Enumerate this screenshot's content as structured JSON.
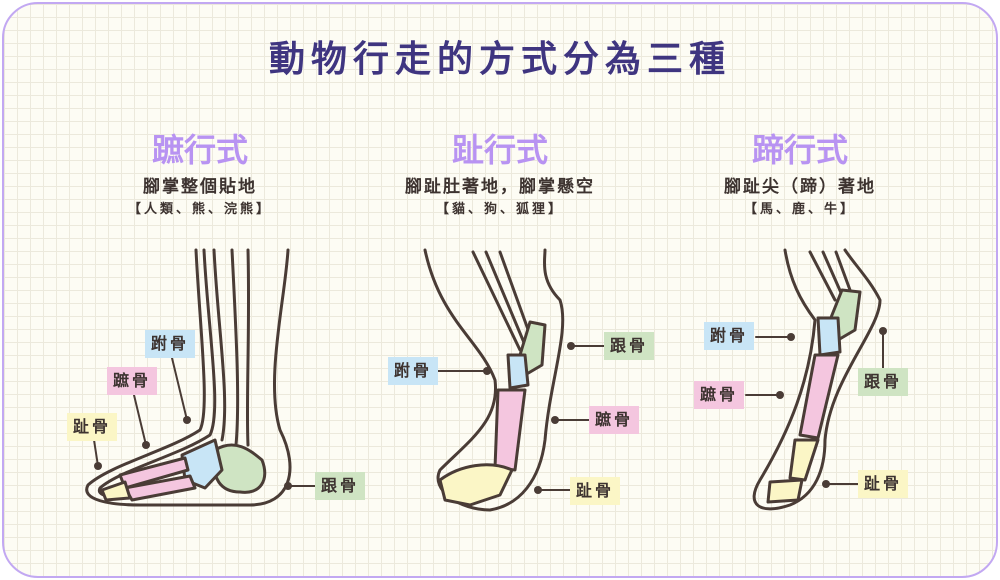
{
  "title": "動物行走的方式分為三種",
  "panels": [
    {
      "name": "蹠行式",
      "desc": "腳掌整個貼地",
      "examples": "【人類、熊、浣熊】",
      "labels": {
        "tarsal": "跗骨",
        "metatarsal": "蹠骨",
        "phalanges": "趾骨",
        "calcaneus": "跟骨"
      }
    },
    {
      "name": "趾行式",
      "desc": "腳趾肚著地，腳掌懸空",
      "examples": "【貓、狗、狐狸】",
      "labels": {
        "tarsal": "跗骨",
        "metatarsal": "蹠骨",
        "phalanges": "趾骨",
        "calcaneus": "跟骨"
      }
    },
    {
      "name": "蹄行式",
      "desc": "腳趾尖（蹄）著地",
      "examples": "【馬、鹿、牛】",
      "labels": {
        "tarsal": "跗骨",
        "metatarsal": "蹠骨",
        "phalanges": "趾骨",
        "calcaneus": "跟骨"
      }
    }
  ],
  "colors": {
    "tarsal": "#c8e5f6",
    "metatarsal": "#f4c6df",
    "phalanges": "#fbf6c6",
    "calcaneus": "#cfe4c3",
    "title": "#3f3580",
    "heading": "#b893f2"
  }
}
